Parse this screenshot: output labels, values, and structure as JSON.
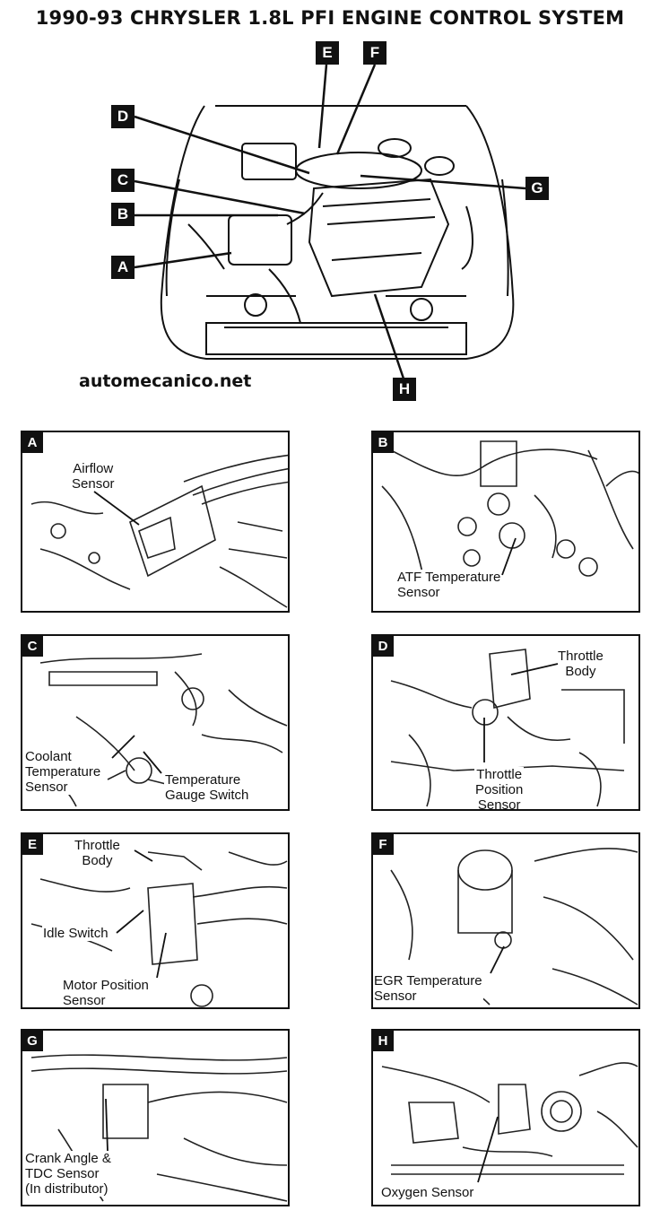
{
  "title": "1990-93 CHRYSLER 1.8L PFI ENGINE CONTROL SYSTEM",
  "watermark": "automecanico.net",
  "overview_callouts": [
    "A",
    "B",
    "C",
    "D",
    "E",
    "F",
    "G",
    "H"
  ],
  "panels": {
    "A": {
      "letter": "A",
      "labels": [
        "Airflow\nSensor"
      ]
    },
    "B": {
      "letter": "B",
      "labels": [
        "ATF Temperature\nSensor"
      ]
    },
    "C": {
      "letter": "C",
      "labels": [
        "Coolant\nTemperature\nSensor",
        "Temperature\nGauge Switch"
      ]
    },
    "D": {
      "letter": "D",
      "labels": [
        "Throttle\nBody",
        "Throttle\nPosition\nSensor"
      ]
    },
    "E": {
      "letter": "E",
      "labels": [
        "Throttle\nBody",
        "Idle Switch",
        "Motor Position\nSensor"
      ]
    },
    "F": {
      "letter": "F",
      "labels": [
        "EGR Temperature\nSensor"
      ]
    },
    "G": {
      "letter": "G",
      "labels": [
        "Crank Angle &\nTDC Sensor\n(In distributor)"
      ]
    },
    "H": {
      "letter": "H",
      "labels": [
        "Oxygen Sensor"
      ]
    }
  }
}
